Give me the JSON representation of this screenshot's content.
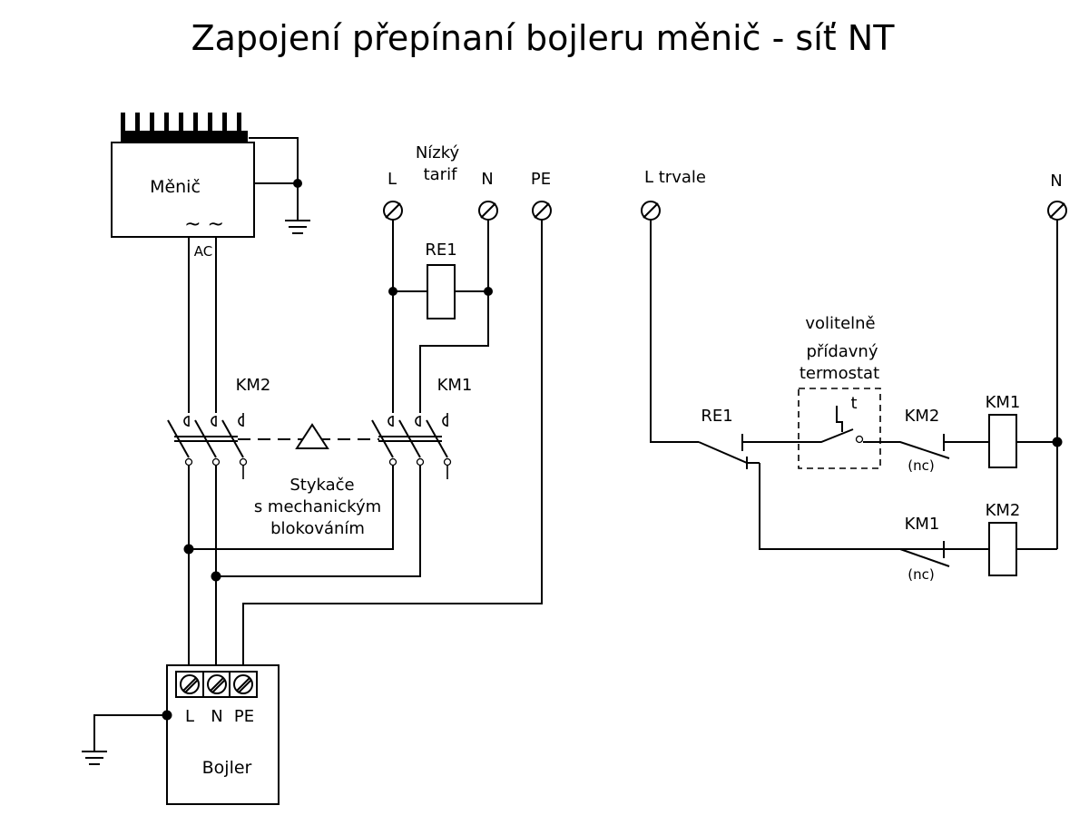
{
  "title": "Zapojení přepínaní bojleru měnič - síť NT",
  "labels": {
    "inverter": "Měnič",
    "ac_symbol": "~ ~",
    "ac": "AC",
    "nt_line1": "Nízký",
    "nt_line2": "tarif",
    "nt_l": "L",
    "nt_n": "N",
    "pe": "PE",
    "re1_coil": "RE1",
    "km2_top": "KM2",
    "km1_top": "KM1",
    "contactors_line1": "Stykače",
    "contactors_line2": "s mechanickým",
    "contactors_line3": "blokováním",
    "boiler": "Bojler",
    "boiler_l": "L",
    "boiler_n": "N",
    "boiler_pe": "PE",
    "l_trvale": "L  trvale",
    "n_right": "N",
    "optional_line1": "volitelně",
    "optional_line2": "přídavný",
    "optional_line3": "termostat",
    "thermostat_t": "t",
    "re1_contact": "RE1",
    "km2_contact": "KM2",
    "nc1": "(nc)",
    "km1_coil": "KM1",
    "km1_contact": "KM1",
    "nc2": "(nc)",
    "km2_coil": "KM2"
  }
}
